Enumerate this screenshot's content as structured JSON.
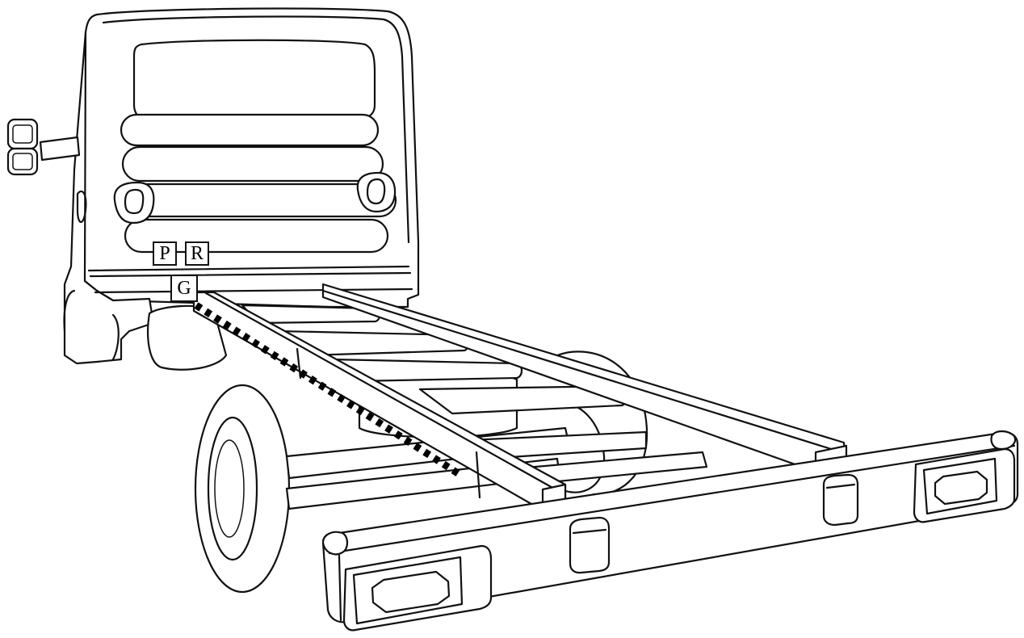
{
  "labels": {
    "p": "P",
    "r": "R",
    "g": "G"
  },
  "colors": {
    "line": "#111111",
    "background": "#ffffff",
    "marker_line": "#000000"
  }
}
